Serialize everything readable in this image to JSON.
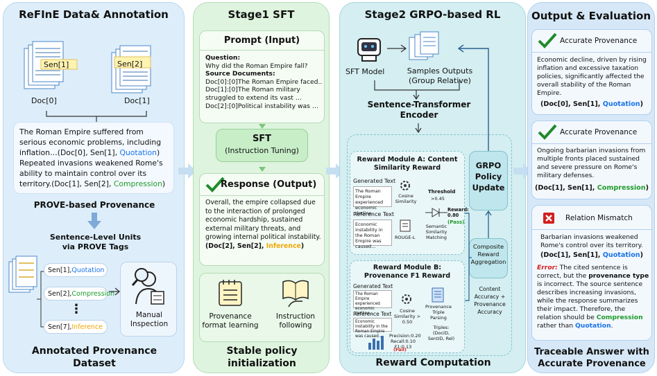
{
  "colors": {
    "panel1": "#ddeefa",
    "panel2": "#def4de",
    "panel3": "#d4eef1",
    "panel4": "#d6e8f8",
    "quotation": "#1a73e8",
    "compression": "#1e9a2a",
    "inference": "#f0a500",
    "error": "#d21e1e"
  },
  "panel1": {
    "title": "ReFInE Data& Annotation",
    "doc0": {
      "tag": "Sen[1]",
      "label": "Doc[0]"
    },
    "doc1": {
      "tag": "Sen[2]",
      "label": "Doc[1]"
    },
    "passage": {
      "p1": "The Roman Empire suffered from serious economic problems, including inflation…(Doc[0], Sen[1], ",
      "p1_tag": "Quotation",
      "p2": "Repeated invasions weakened Rome's ability to maintain control over its territory.(Doc[1], Sen[2], ",
      "p2_tag": "Compression",
      "close": ")"
    },
    "prove_label": "PROVE-based Provenance",
    "units_label": "Sentence-Level Units via PROVE Tags",
    "units": [
      {
        "sen": "Sen[1],",
        "tag": "Quotation"
      },
      {
        "sen": "Sen[2],",
        "tag": "Compression"
      },
      {
        "sen": "Sen[7],",
        "tag": "Inference"
      }
    ],
    "dots": "⋮",
    "manual": "Manual Inspection",
    "footer": "Annotated Provenance Dataset"
  },
  "panel2": {
    "title": "Stage1 SFT",
    "prompt_title": "Prompt (Input)",
    "question_label": "Question:",
    "question": "Why did the Roman Empire fall?",
    "sources_label": "Source Documents:",
    "sources": [
      "Doc[0]:[0]The Roman Empire faced..",
      "Doc[1]:[0]The Roman military struggled to extend its vast …",
      "Doc[2]:[0]Political instability was …"
    ],
    "sft_title": "SFT",
    "sft_sub": "(Instruction Tuning)",
    "response_title": "Response (Output)",
    "response_text": "Overall, the empire collapsed due to the interaction of prolonged economic hardship, sustained external military threats, and growing internal political instability.",
    "response_cite_a": "(Doc[2]",
    "response_cite_b": ", Sen[2], ",
    "response_cite_tag": "Inference",
    "response_cite_close": ")",
    "learn1": "Provenance format learning",
    "learn2": "Instruction following",
    "footer": "Stable policy initialization"
  },
  "panel3": {
    "title": "Stage2 GRPO-based RL",
    "sft_model": "SFT Model",
    "samples": "Samples Outputs (Group Relative)",
    "encoder": "Sentence-Transformer Encoder",
    "modA": {
      "title": "Reward Module A: Content Similarity Reward",
      "gen_label": "Generated Text",
      "gen_text": "The Roman Empire experienced economic decline…",
      "ref_label": "Reference Text",
      "ref_text": "Economic instability in the Roman Empire was caused…",
      "cos": "Cosine Similarity",
      "rouge": "ROUGE-L",
      "threshold": "Threshold",
      "threshold_val": ">0.45",
      "sem": "Semantic Similarity Matching",
      "reward": "Reward: 0.80",
      "pass": "(Pass)"
    },
    "modB": {
      "title": "Reward Module B: Provenance F1 Reward",
      "gen_label": "Generated Text",
      "gen_text": "The Roman Empire experienced economic decline…",
      "ref_label": "Reference Text",
      "ref_text": "Economic instability in the Roman Empire was caused…",
      "cos": "Cosine Similarity > 0.50",
      "parse": "Provenance Triple Parsing",
      "triples": "Triples: (DocID, SentID, Rel)",
      "metrics": "Precision:0.20 Recall:0.10 F1:0.13",
      "fail": "(Fail)"
    },
    "grpo": "GRPO Policy Update",
    "agg": "Composite Reward Aggregation",
    "acc": "Content Accuracy + Provenance Accuracy",
    "footer": "Reward Computation"
  },
  "panel4": {
    "title": "Output & Evaluation",
    "c1": {
      "status": "Accurate Provenance",
      "text": "Economic decline, driven by rising inflation and excessive taxation policies, significantly affected the overall stability of the Roman Empire.",
      "cite": "(Doc[0],  Sen[1],",
      "tag": "Quotation",
      "close": ")"
    },
    "c2": {
      "status": "Accurate Provenance",
      "text": "Ongoing barbarian invasions from multiple fronts placed sustained and severe pressure on Rome's military defenses.",
      "cite": "(Doc[1],  Sen[1],",
      "tag": "Compression",
      "close": ")"
    },
    "c3": {
      "status": "Relation Mismatch",
      "text": "Barbarian invasions weakened Rome's control over its territory.",
      "cite": "(Doc[1],  Sen[1],",
      "tag": "Quotation",
      "close": ")",
      "err_label": "Error:",
      "err1": " The cited sentence is correct, but the ",
      "err_b": "provenance type",
      "err2": " is incorrect. The source sentence describes increasing invasions, while the response summarizes their impact. Therefore, the relation should be ",
      "err_tag1": "Compression",
      "err3": " rather than ",
      "err_tag2": "Quotation",
      "err4": "."
    },
    "footer": "Traceable Answer with Accurate Provenance"
  }
}
